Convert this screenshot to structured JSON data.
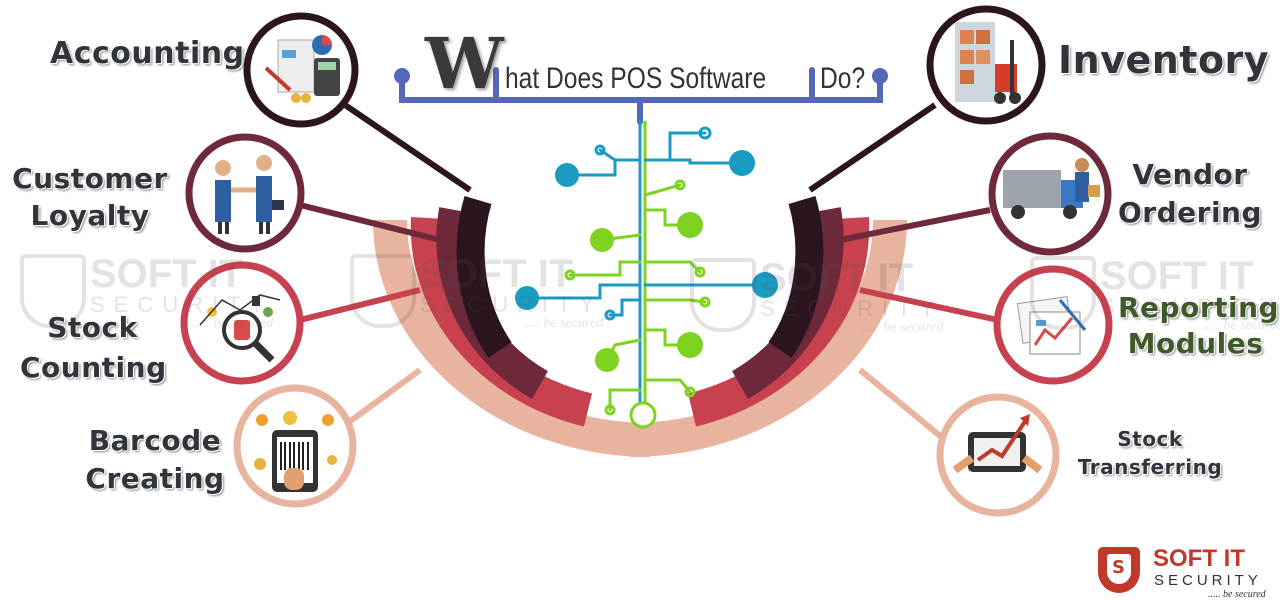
{
  "title": {
    "drop_cap": "W",
    "words": [
      "hat Does POS Software",
      "Do?"
    ]
  },
  "features_left": [
    {
      "lines": [
        "Accounting"
      ],
      "icon": "accounting-icon"
    },
    {
      "lines": [
        "Customer",
        "Loyalty"
      ],
      "icon": "handshake-icon"
    },
    {
      "lines": [
        "Stock",
        "Counting"
      ],
      "icon": "magnifier-icon"
    },
    {
      "lines": [
        "Barcode",
        "Creating"
      ],
      "icon": "barcode-tablet-icon"
    }
  ],
  "features_right": [
    {
      "lines": [
        "Inventory"
      ],
      "icon": "warehouse-forklift-icon"
    },
    {
      "lines": [
        "Vendor",
        "Ordering"
      ],
      "icon": "delivery-truck-icon"
    },
    {
      "lines": [
        "Reporting",
        "Modules"
      ],
      "icon": "report-documents-icon"
    },
    {
      "lines": [
        "Stock",
        "Transferring"
      ],
      "icon": "tablet-growth-icon"
    }
  ],
  "watermark": {
    "name": "SOFT IT",
    "sub": "SECURITY",
    "tag": "..... be secured"
  },
  "brand": {
    "name": "SOFT IT",
    "sub": "SECURITY",
    "tag": "..... be secured"
  },
  "colors": {
    "ring_dark": "#2b1520",
    "ring_wine": "#6e2a3a",
    "ring_red": "#c8414f",
    "ring_peach": "#e8b39f",
    "circuit_blue": "#1a9bc1",
    "circuit_green": "#7ed321",
    "title_bracket": "#5567b8",
    "brand_red": "#c0392b"
  }
}
